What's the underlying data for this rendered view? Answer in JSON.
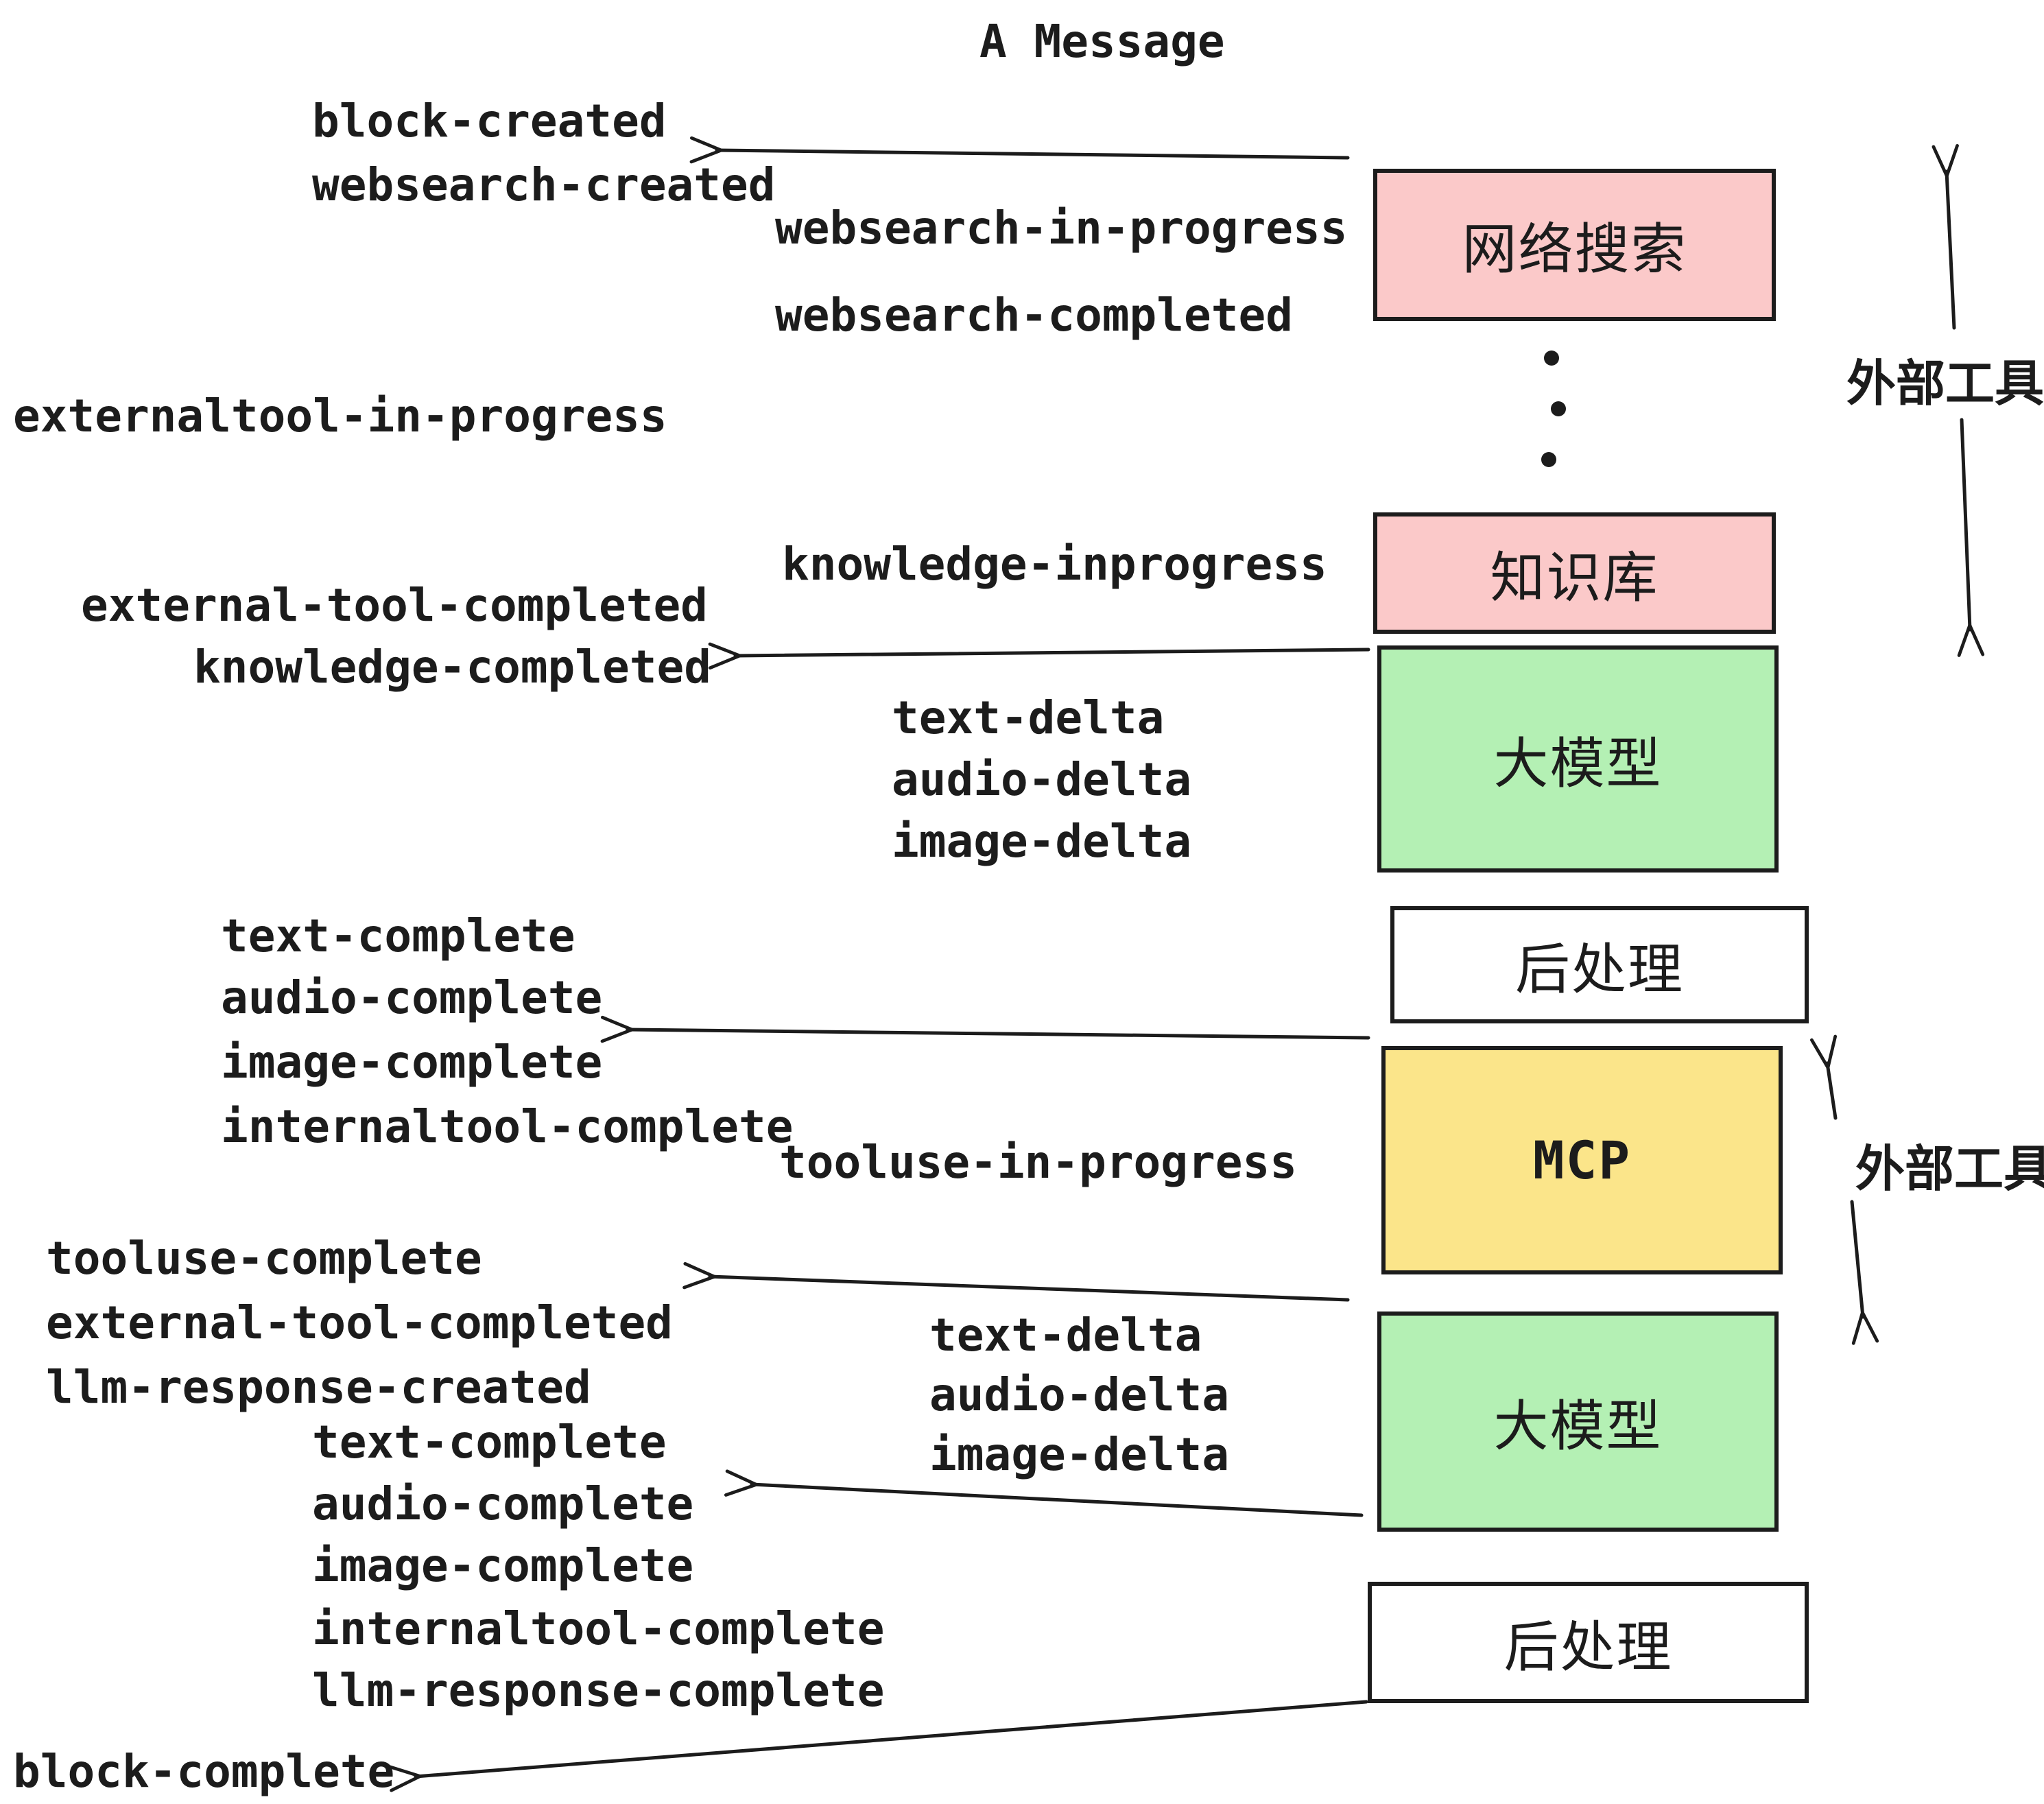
{
  "title": "A Message",
  "colors": {
    "box_pink": "#fbc9c9",
    "box_green": "#b4f0b4",
    "box_yellow": "#fbe58a",
    "box_white": "#ffffff",
    "line": "#1c1c1c"
  },
  "boxes": {
    "websearch": {
      "label": "网络搜索",
      "color": "#fbc9c9"
    },
    "knowledge": {
      "label": "知识库",
      "color": "#fbc9c9"
    },
    "llm_top": {
      "label": "大模型",
      "color": "#b4f0b4"
    },
    "post_top": {
      "label": "后处理",
      "color": "#ffffff"
    },
    "mcp": {
      "label": "MCP",
      "color": "#fbe58a"
    },
    "llm_bottom": {
      "label": "大模型",
      "color": "#b4f0b4"
    },
    "post_bottom": {
      "label": "后处理",
      "color": "#ffffff"
    }
  },
  "annotations": {
    "external_tools_top": "外部工具",
    "external_tools_bottom": "外部工具"
  },
  "events": {
    "block_created": "block-created",
    "websearch_created": "websearch-created",
    "websearch_in_progress": "websearch-in-progress",
    "websearch_completed": "websearch-completed",
    "externaltool_in_progress": "externaltool-in-progress",
    "knowledge_inprogress": "knowledge-inprogress",
    "external_tool_completed": "external-tool-completed",
    "knowledge_completed": "knowledge-completed",
    "text_delta": "text-delta",
    "audio_delta": "audio-delta",
    "image_delta": "image-delta",
    "text_complete": "text-complete",
    "audio_complete": "audio-complete",
    "image_complete": "image-complete",
    "internaltool_complete": "internaltool-complete",
    "tooluse_in_progress": "tooluse-in-progress",
    "tooluse_complete": "tooluse-complete",
    "llm_response_created": "llm-response-created",
    "llm_response_complete": "llm-response-complete",
    "block_complete": "block-complete"
  }
}
